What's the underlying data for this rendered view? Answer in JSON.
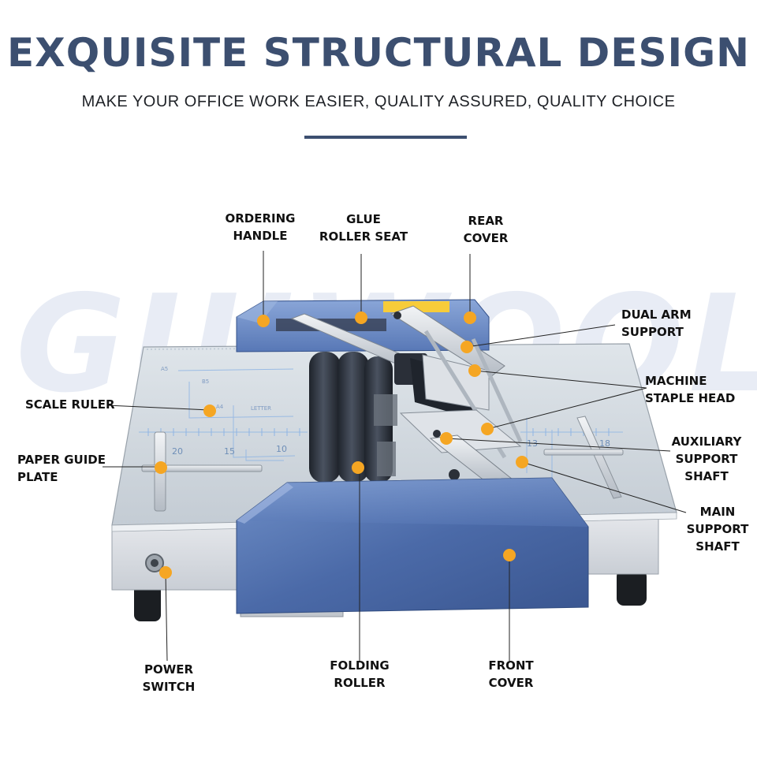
{
  "header": {
    "title": "EXQUISITE STRUCTURAL DESIGN",
    "subtitle": "MAKE YOUR OFFICE WORK EASIER, QUALITY ASSURED, QUALITY CHOICE"
  },
  "watermark": "GUIWOOL",
  "accent_color": "#f5a623",
  "labels": {
    "ordering_handle": [
      "ORDERING",
      "HANDLE"
    ],
    "glue_roller_seat": [
      "GLUE",
      "ROLLER SEAT"
    ],
    "rear_cover": [
      "REAR",
      "COVER"
    ],
    "dual_arm_support": [
      "DUAL ARM",
      "SUPPORT"
    ],
    "machine_staple_head": [
      "MACHINE",
      "STAPLE HEAD"
    ],
    "scale_ruler": [
      "SCALE RULER"
    ],
    "paper_guide_plate": [
      "PAPER GUIDE",
      "PLATE"
    ],
    "auxiliary_support_shaft": [
      "AUXILIARY",
      "SUPPORT",
      "SHAFT"
    ],
    "main_support_shaft": [
      "MAIN",
      "SUPPORT",
      "SHAFT"
    ],
    "power_switch": [
      "POWER",
      "SWITCH"
    ],
    "folding_roller": [
      "FOLDING",
      "ROLLER"
    ],
    "front_cover": [
      "FRONT",
      "COVER"
    ]
  },
  "machine_markings": {
    "ruler_numbers": [
      "20",
      "15",
      "10",
      "13",
      "18"
    ],
    "paper_sizes": [
      "A5",
      "B5",
      "A4",
      "LETTER"
    ]
  }
}
